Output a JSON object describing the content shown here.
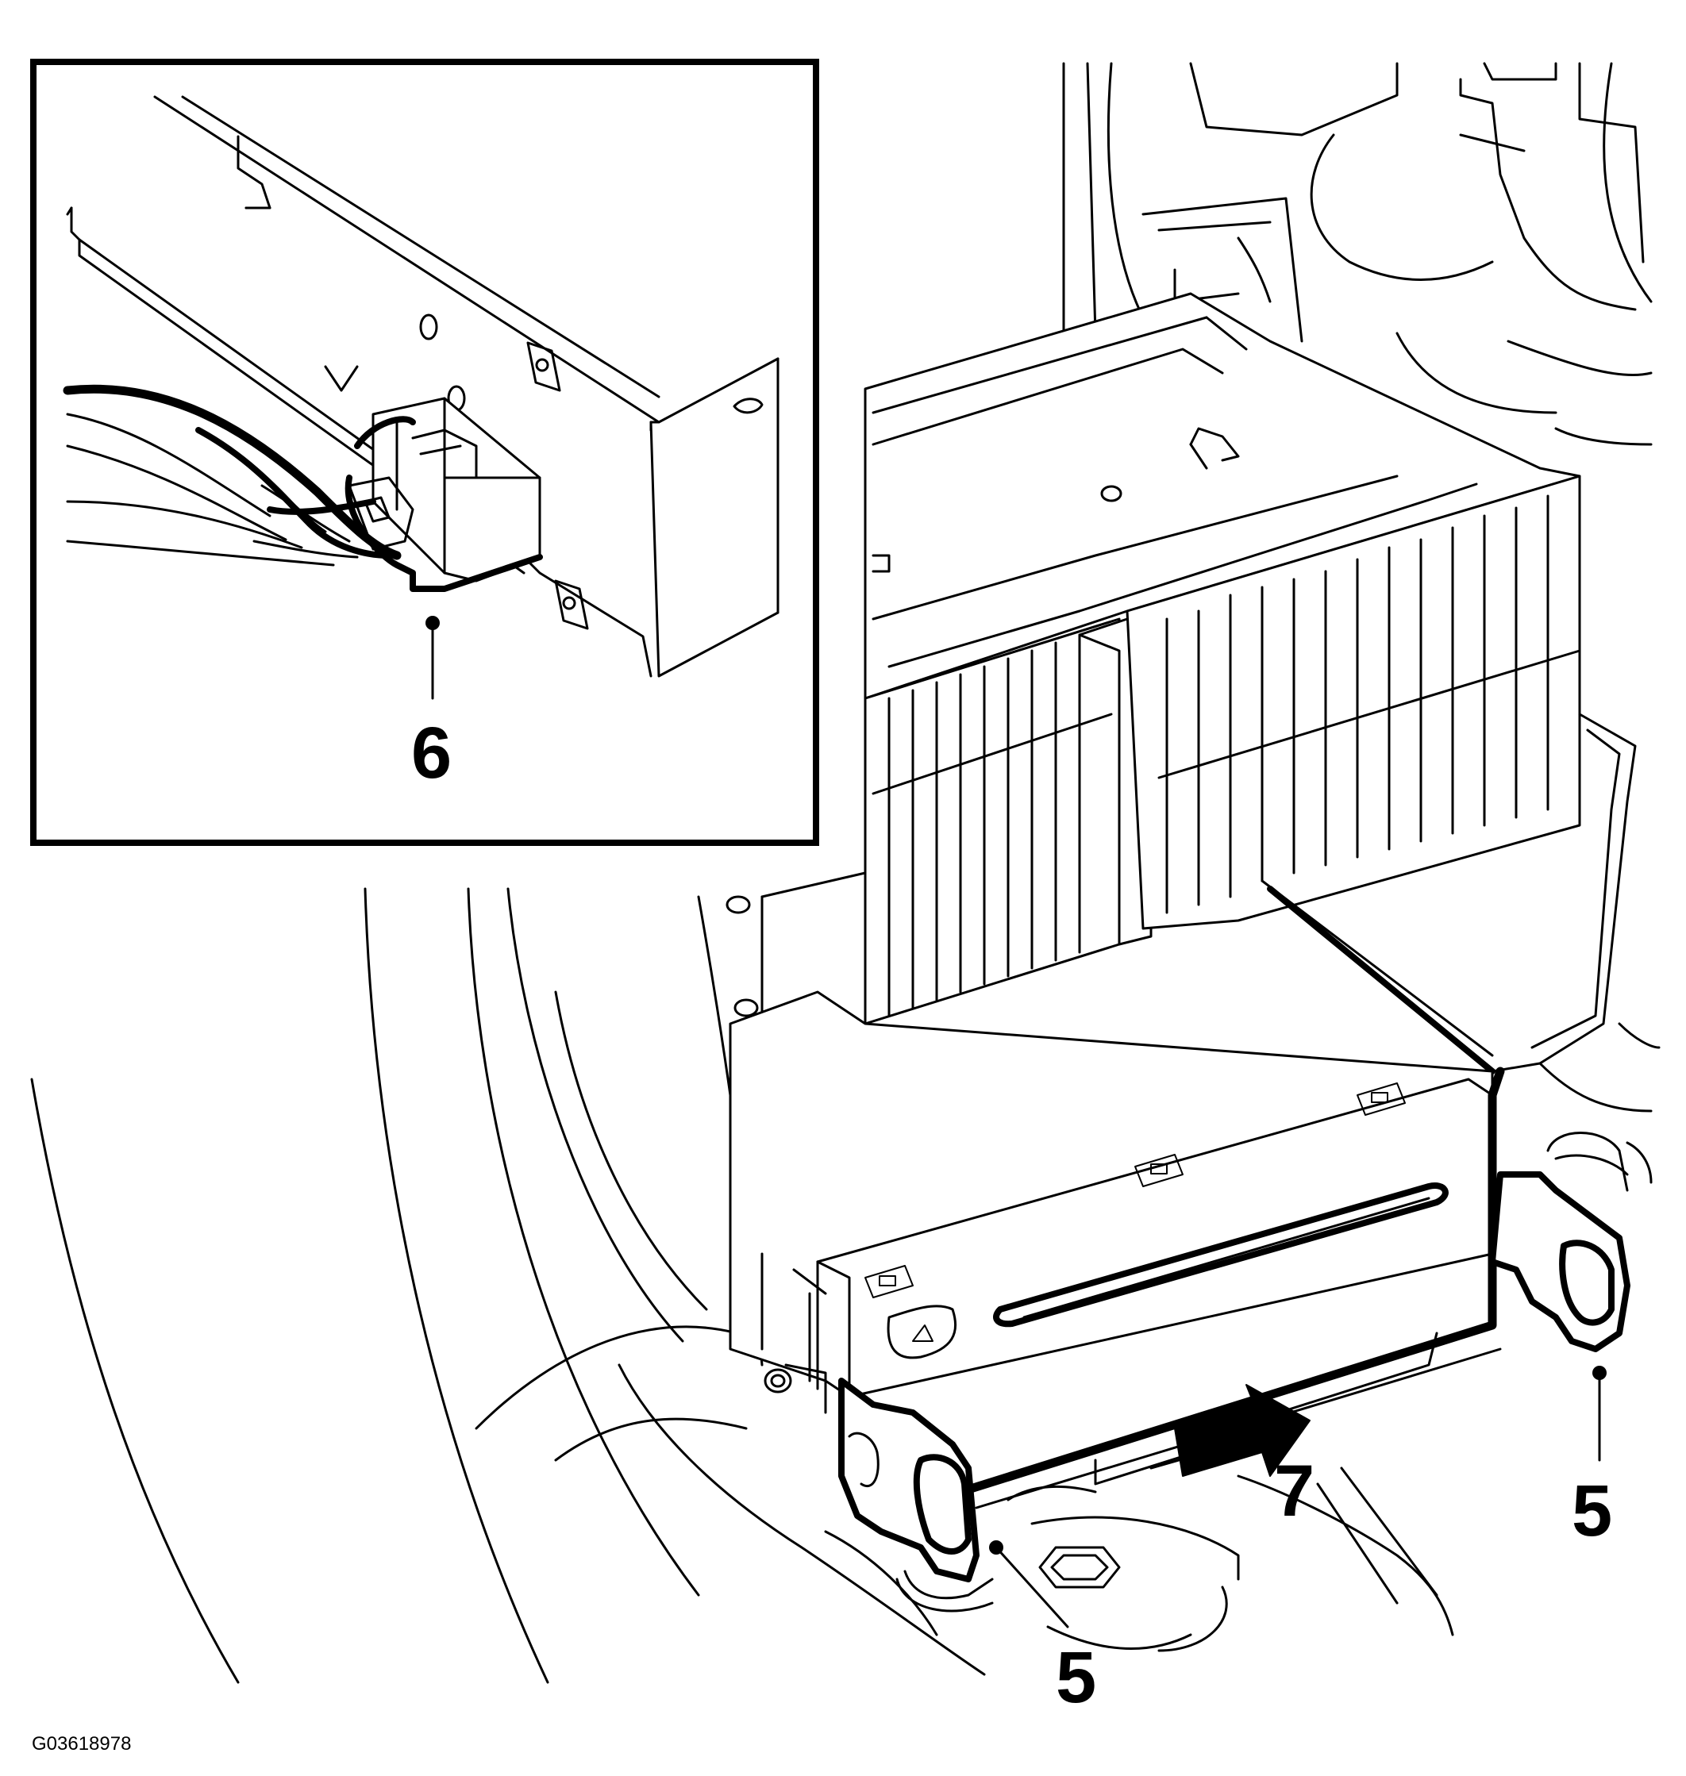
{
  "diagram": {
    "callouts": {
      "connector": "6",
      "bolt_left": "5",
      "bolt_right": "5",
      "direction": "7"
    },
    "figure_id": "G03618978"
  }
}
